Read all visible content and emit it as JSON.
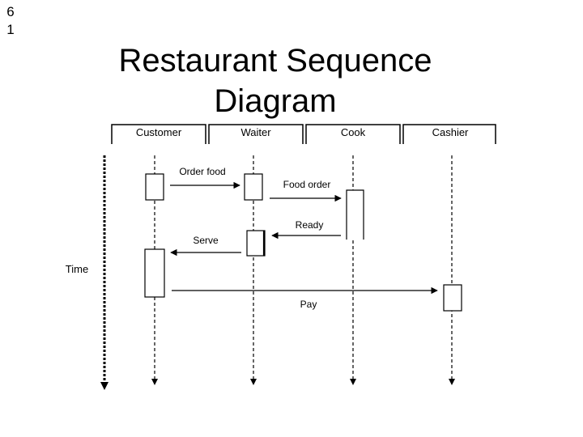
{
  "slide": {
    "number_lines": [
      "6",
      "1"
    ],
    "title_lines": [
      "Restaurant Sequence",
      "Diagram"
    ]
  },
  "diagram": {
    "participants": [
      "Customer",
      "Waiter",
      "Cook",
      "Cashier"
    ],
    "time_label": "Time",
    "messages": [
      {
        "label": "Order food",
        "from": "Customer",
        "to": "Waiter"
      },
      {
        "label": "Food order",
        "from": "Waiter",
        "to": "Cook"
      },
      {
        "label": "Ready",
        "from": "Cook",
        "to": "Waiter"
      },
      {
        "label": "Serve",
        "from": "Waiter",
        "to": "Customer"
      },
      {
        "label": "Pay",
        "from": "Customer",
        "to": "Cashier"
      }
    ]
  }
}
